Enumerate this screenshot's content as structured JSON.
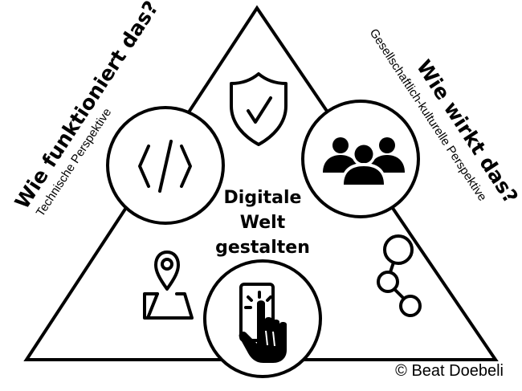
{
  "left_perspective": {
    "question": "Wie funktioniert das?",
    "label": "Technische Perspektive"
  },
  "right_perspective": {
    "question": "Wie wirkt das?",
    "label": "Gesellschaftlich-kulturelle Perspektive"
  },
  "center": {
    "line1": "Digitale",
    "line2": "Welt",
    "line3": "gestalten"
  },
  "credit": "© Beat Doebeli",
  "icons": {
    "top": "shield-check-icon",
    "left": "code-brackets-icon",
    "right": "people-group-icon",
    "bottom": "touchscreen-hand-icon",
    "bottom_left": "map-pin-icon",
    "bottom_right": "node-graph-icon"
  },
  "colors": {
    "line": "#000000",
    "background": "#ffffff"
  }
}
